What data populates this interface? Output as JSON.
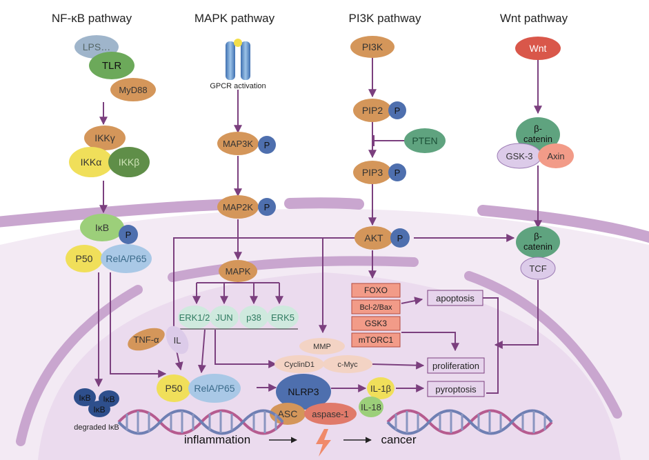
{
  "pathways": {
    "nfkb": "NF-κB pathway",
    "mapk": "MAPK pathway",
    "pi3k": "PI3K pathway",
    "wnt": "Wnt pathway"
  },
  "nodes": {
    "lps": "LPS…",
    "tlr": "TLR",
    "myd88": "MyD88",
    "ikkg": "IKKγ",
    "ikka": "IKKα",
    "ikkb": "IKKβ",
    "ikb": "IκB",
    "p": "P",
    "p50": "P50",
    "rela": "RelA/P65",
    "gpcr": "GPCR activation",
    "map3k": "MAP3K",
    "map2k": "MAP2K",
    "mapk": "MAPK",
    "erk12": "ERK1/2",
    "jun": "JUN",
    "p38": "p38",
    "erk5": "ERK5",
    "tnfa": "TNF-α",
    "il": "IL",
    "pi3k": "PI3K",
    "pip2": "PIP2",
    "pten": "PTEN",
    "pip3": "PIP3",
    "akt": "AKT",
    "wnt": "Wnt",
    "bcat": "β-\ncatenin",
    "gsk3": "GSK-3",
    "axin": "Axin",
    "tcf": "TCF",
    "foxo": "FOXO",
    "bcl2": "Bcl-2/Bax",
    "gsk3box": "GSK3",
    "mtorc1": "mTORC1",
    "mmp": "MMP",
    "cyclind1": "CyclinD1",
    "cmyc": "c-Myc",
    "nlrp3": "NLRP3",
    "asc": "ASC",
    "caspase": "aspase-1",
    "il1b": "IL-1β",
    "il18": "IL-18",
    "ikb1": "IκB",
    "ikb2": "IκB",
    "ikb3": "IκB",
    "degraded": "degraded IκB"
  },
  "outcomes": {
    "apoptosis": "apoptosis",
    "proliferation": "proliferation",
    "pyroptosis": "pyroptosis"
  },
  "bottom": {
    "inflammation": "inflammation",
    "cancer": "cancer"
  },
  "colors": {
    "arrow": "#7b3f7e",
    "orange_node": "#d4965a",
    "blue_p": "#4e6fae",
    "green_node": "#7aac5a",
    "yellow_node": "#f0df5a",
    "light_blue_node": "#a9c8e6",
    "teal_node": "#5fa37f",
    "red_node": "#d9574a",
    "lavender_node": "#dccbe9",
    "salmon_box": "#f29b88",
    "nucleus": "#ebdbee",
    "membrane": "#c9a6cf"
  }
}
